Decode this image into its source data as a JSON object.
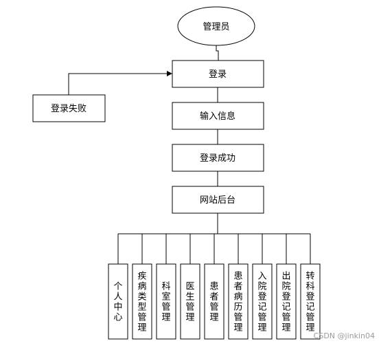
{
  "nodes": {
    "admin": "管理员",
    "login": "登录",
    "login_failed": "登录失败",
    "input_info": "输入信息",
    "login_success": "登录成功",
    "backend": "网站后台"
  },
  "modules": [
    "个人中心",
    "疾病类型管理",
    "科室管理",
    "医生管理",
    "患者管理",
    "患者病历管理",
    "入院登记管理",
    "出院登记管理",
    "转科登记管理"
  ],
  "watermark": "CSDN @jinkin04"
}
